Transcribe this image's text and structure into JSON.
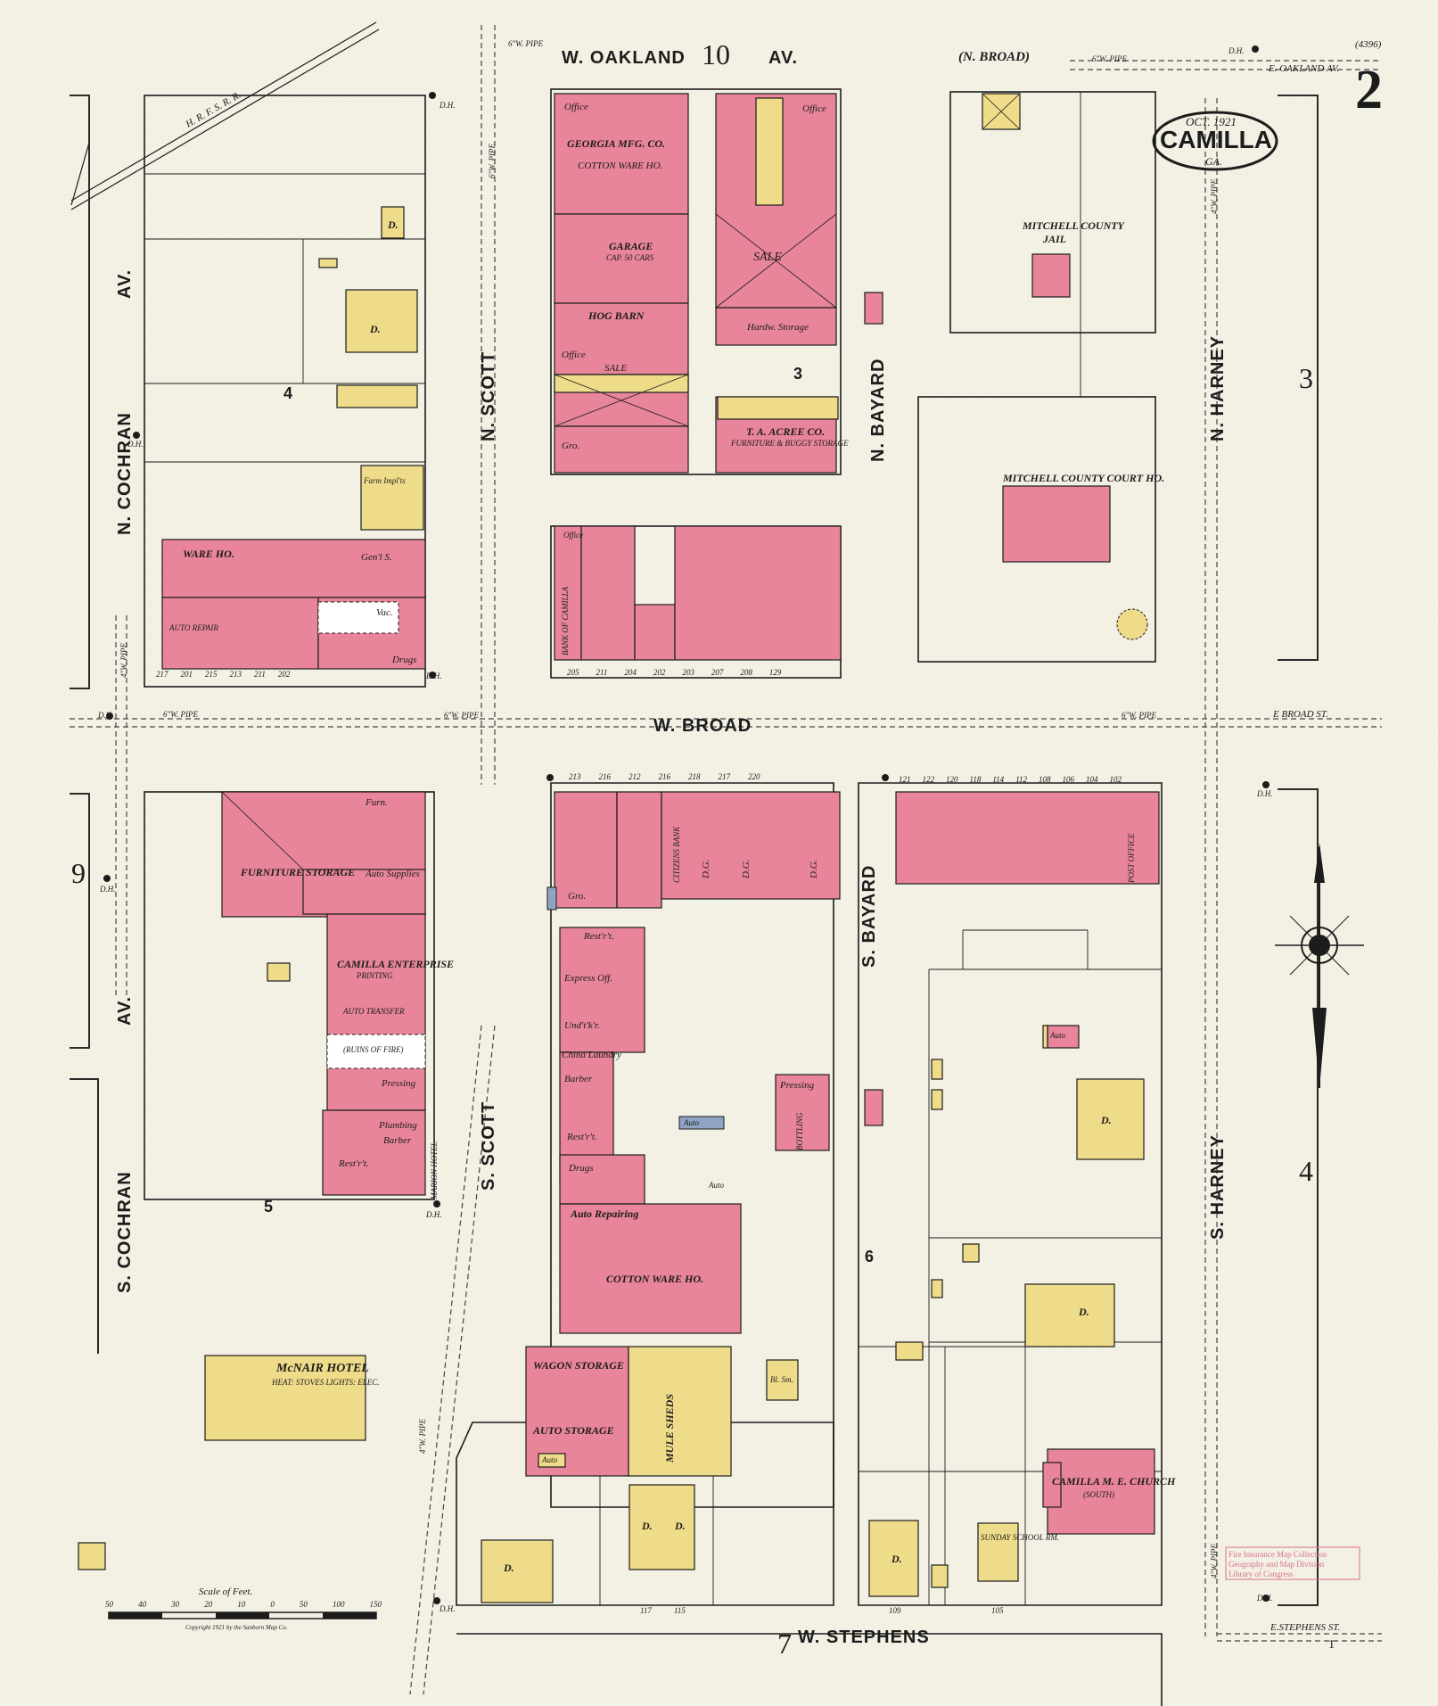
{
  "sheet": {
    "number": "2",
    "ref": "(4396)",
    "town": "CAMILLA",
    "state": "GA.",
    "date": "OCT. 1921",
    "copyright": "Copyright 1921 by the Sanborn Map Co.",
    "stamp_lines": [
      "Fire Insurance Map Collection",
      "Geography and Map Division",
      "Library of Congress"
    ]
  },
  "colors": {
    "paper": "#f3f0e4",
    "brick": "#e8859a",
    "frame": "#efdc8a",
    "stone": "#8fa3c4",
    "ink": "#1c1c1c"
  },
  "streets": {
    "w_oakland": "W. OAKLAND",
    "w_oakland_av": "AV.",
    "n_broad": "(N. BROAD)",
    "e_oakland": "E. OAKLAND AV.",
    "w_broad": "W. BROAD",
    "e_broad": "E BROAD ST.",
    "w_stephens": "W. STEPHENS",
    "e_stephens": "E.STEPHENS ST.",
    "n_cochran": "N. COCHRAN",
    "cochran_av_top": "AV.",
    "s_cochran": "S. COCHRAN",
    "cochran_av_bottom": "AV.",
    "n_scott": "N. SCOTT",
    "s_scott": "S. SCOTT",
    "n_bayard": "N. BAYARD",
    "s_bayard": "S. BAYARD",
    "n_harney": "N. HARNEY",
    "s_harney": "S. HARNEY"
  },
  "adjoining_sheets": {
    "top": "10",
    "right_upper": "3",
    "right_lower": "4",
    "left": "9",
    "bottom": "7",
    "bottom_right": "1"
  },
  "blocks": [
    "4",
    "3",
    "5",
    "6"
  ],
  "railroad": "H. R. F. S. R. R.",
  "pipe": "6\"W. PIPE",
  "pipe4": "4\"W. PIPE",
  "dh": "D.H.",
  "buildings": {
    "georgia_mfg": "GEORGIA MFG. CO.",
    "cotton_ware_ho_1": "COTTON WARE HO.",
    "garage": "GARAGE",
    "garage_note": "CAP. 50 CARS",
    "hog_barn": "HOG BARN",
    "sale_1": "SALE",
    "sale_2": "SALE",
    "office": "Office",
    "hardw_storage": "Hardw. Storage",
    "acree": "T. A. ACREE CO.",
    "acree_sub": "FURNITURE & BUGGY STORAGE",
    "mitchell_jail_1": "MITCHELL COUNTY",
    "mitchell_jail_2": "JAIL",
    "court_ho": "MITCHELL COUNTY COURT HO.",
    "ware_ho": "WARE HO.",
    "genl_s": "Gen'l S.",
    "auto_repair": "AUTO REPAIR",
    "drugs": "Drugs",
    "farm_impl": "Farm Impl'ts",
    "vacant": "Vac.",
    "bank": "BANK OF CAMILLA",
    "citizens_bank": "CITIZENS BANK",
    "post_office": "POST OFFICE",
    "furniture_storage": "FURNITURE STORAGE",
    "auto_supplies": "Auto Supplies",
    "camilla_enterprise": "CAMILLA ENTERPRISE",
    "printing": "PRINTING",
    "auto_transfer": "AUTO TRANSFER",
    "ruins_of_fire": "(RUINS OF FIRE)",
    "pressing": "Pressing",
    "plumbing": "Plumbing",
    "barber": "Barber",
    "restrt": "Rest'r't.",
    "marion_hotel": "MARION HOTEL",
    "mcnair_hotel": "McNAIR HOTEL",
    "mcnair_note": "HEAT: STOVES LIGHTS: ELEC.",
    "express_off": "Express Off.",
    "undtkr": "Und't'k'r.",
    "china_laundry": "China Laundry",
    "auto_repairing": "Auto Repairing",
    "cotton_ware_ho_2": "COTTON WARE HO.",
    "wagon_storage": "WAGON STORAGE",
    "auto_storage": "AUTO STORAGE",
    "mule_sheds": "MULE SHEDS",
    "bottling": "BOTTLING",
    "church": "CAMILLA M. E. CHURCH",
    "church_sub": "(SOUTH)",
    "sunday_school": "SUNDAY SCHOOL RM.",
    "dwelling": "D.",
    "auto": "Auto",
    "gro": "Gro.",
    "dg": "D.G.",
    "furn": "Furn.",
    "bl_sm": "Bl. Sm."
  },
  "scale": {
    "label": "Scale of Feet.",
    "ticks": [
      "50",
      "40",
      "30",
      "20",
      "10",
      "0",
      "50",
      "100",
      "150"
    ]
  },
  "street_numbers": {
    "top_left_row": [
      "217",
      "201",
      "215",
      "213",
      "211",
      "202"
    ],
    "top_mid_row": [
      "205",
      "211",
      "204",
      "202",
      "203",
      "207",
      "208",
      "129"
    ],
    "broad_s_row1": [
      "213",
      "216",
      "212",
      "216",
      "218",
      "217",
      "220"
    ],
    "broad_e_row": [
      "121",
      "122",
      "120",
      "118",
      "114",
      "112",
      "108",
      "106",
      "104",
      "102"
    ],
    "stephens_row": [
      "117",
      "115",
      "109",
      "105"
    ]
  }
}
